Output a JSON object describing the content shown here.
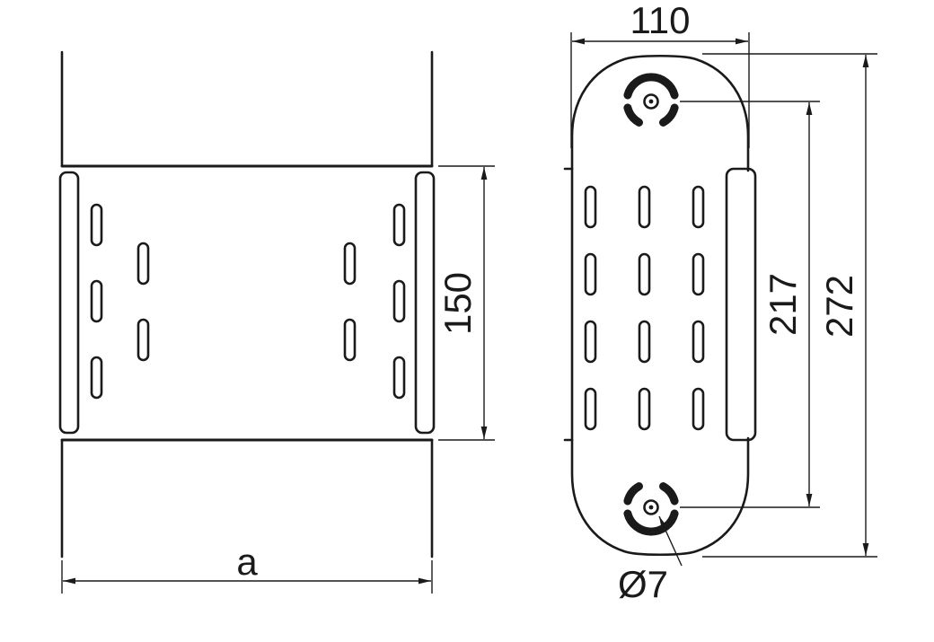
{
  "drawing": {
    "colors": {
      "line": "#1a1a1a",
      "background": "#ffffff"
    },
    "side_view": {
      "height_label": "150",
      "length_label": "a"
    },
    "front_view": {
      "width_label": "110",
      "hole_spacing_label": "217",
      "overall_height_label": "272",
      "hole_diameter_label": "Ø7"
    }
  }
}
